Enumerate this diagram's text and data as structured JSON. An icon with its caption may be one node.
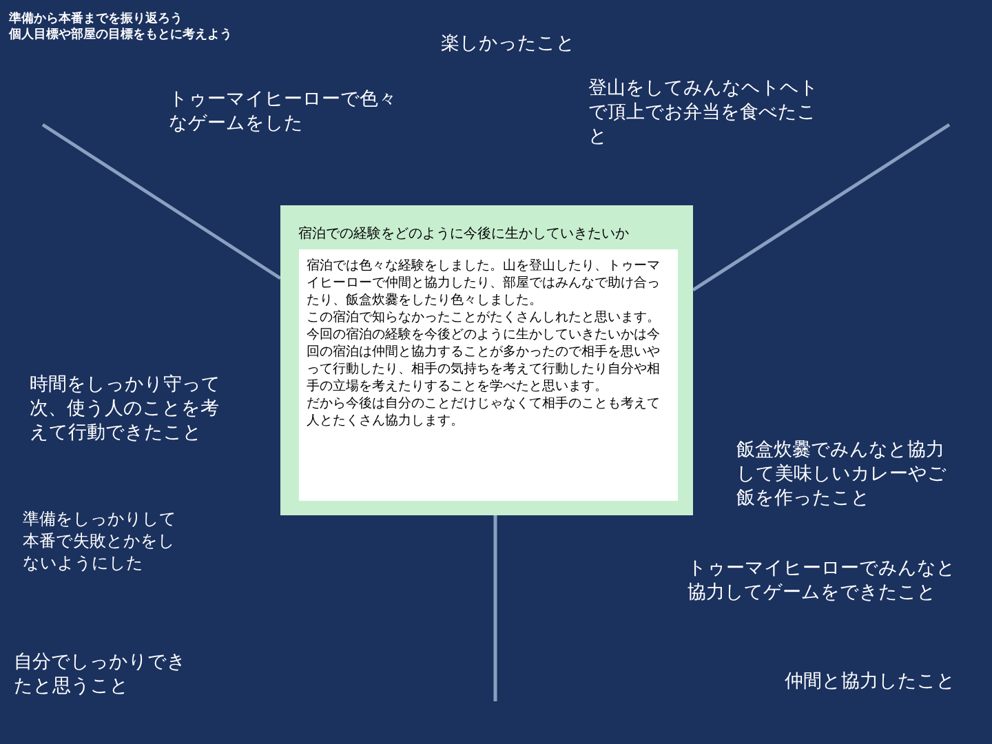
{
  "diagram": {
    "nodes": [
      {
        "text": [
          "宿泊での経験をどのように今後に生かしていきたいか"
        ]
      },
      {
        "text": [
          "宿泊では色々な経験をしました。山を登山したり、トゥーマイヒーローで仲間と協力したり、部屋ではみんなで助け合ったり、飯盒炊爨をしたり色々しました。",
          "この宿泊で知らなかったことがたくさんしれたと思います。",
          "今回の宿泊の経験を今後どのように生かしていきたいかは今回の宿泊は仲間と協力することが多かったので相手を思いやって行動したり、相手の気持ちを考えて行動したり自分や相手の立場を考えたりすることを学べたと思います。",
          "だから今後は自分のことだけじゃなくて相手のことも考えて人とたくさん協力します。"
        ],
        "in": 0
      }
    ],
    "labels": [
      "準備から本番までを振り返ろう",
      "個人目標や部屋の目標をもとに考えよう",
      "楽しかったこと",
      "トゥーマイヒーローで色々なゲームをした",
      "登山をしてみんなヘトヘトで頂上でお弁当を食べたこと",
      "時間をしっかり守って次、使う人のことを考えて行動できたこと",
      "飯盒炊爨でみんなと協力して美味しいカレーやご飯を作ったこと",
      "準備をしっかりして本番で失敗とかをしないようにした",
      "トゥーマイヒーローでみんなと協力してゲームをできたこと",
      "自分でしっかりできたと思うこと",
      "仲間と協力したこと"
    ]
  }
}
